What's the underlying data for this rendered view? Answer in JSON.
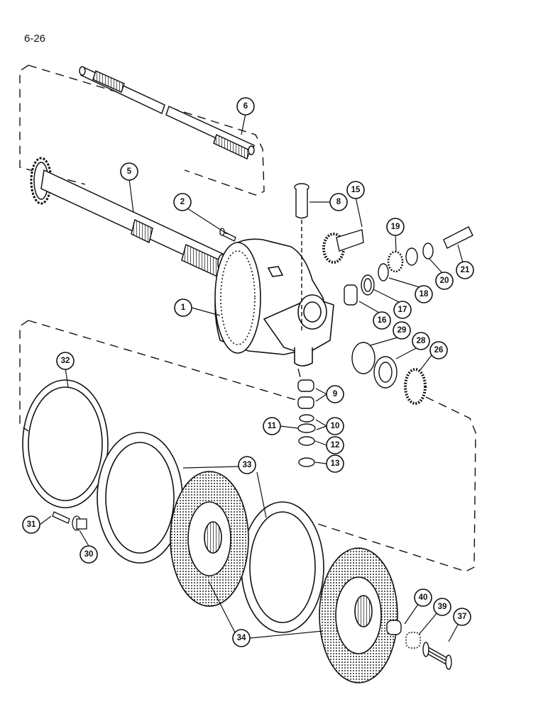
{
  "page_number": "6-26",
  "callouts": [
    {
      "id": "1",
      "label": "1"
    },
    {
      "id": "2",
      "label": "2"
    },
    {
      "id": "5",
      "label": "5"
    },
    {
      "id": "6",
      "label": "6"
    },
    {
      "id": "8",
      "label": "8"
    },
    {
      "id": "9",
      "label": "9"
    },
    {
      "id": "10",
      "label": "10"
    },
    {
      "id": "11",
      "label": "11"
    },
    {
      "id": "12",
      "label": "12"
    },
    {
      "id": "13",
      "label": "13"
    },
    {
      "id": "15",
      "label": "15"
    },
    {
      "id": "16",
      "label": "16"
    },
    {
      "id": "17",
      "label": "17"
    },
    {
      "id": "18",
      "label": "18"
    },
    {
      "id": "19",
      "label": "19"
    },
    {
      "id": "20",
      "label": "20"
    },
    {
      "id": "21",
      "label": "21"
    },
    {
      "id": "26",
      "label": "26"
    },
    {
      "id": "28",
      "label": "28"
    },
    {
      "id": "29",
      "label": "29"
    },
    {
      "id": "30",
      "label": "30"
    },
    {
      "id": "31",
      "label": "31"
    },
    {
      "id": "32",
      "label": "32"
    },
    {
      "id": "33",
      "label": "33"
    },
    {
      "id": "34",
      "label": "34"
    },
    {
      "id": "37",
      "label": "37"
    },
    {
      "id": "39",
      "label": "39"
    },
    {
      "id": "40",
      "label": "40"
    }
  ]
}
